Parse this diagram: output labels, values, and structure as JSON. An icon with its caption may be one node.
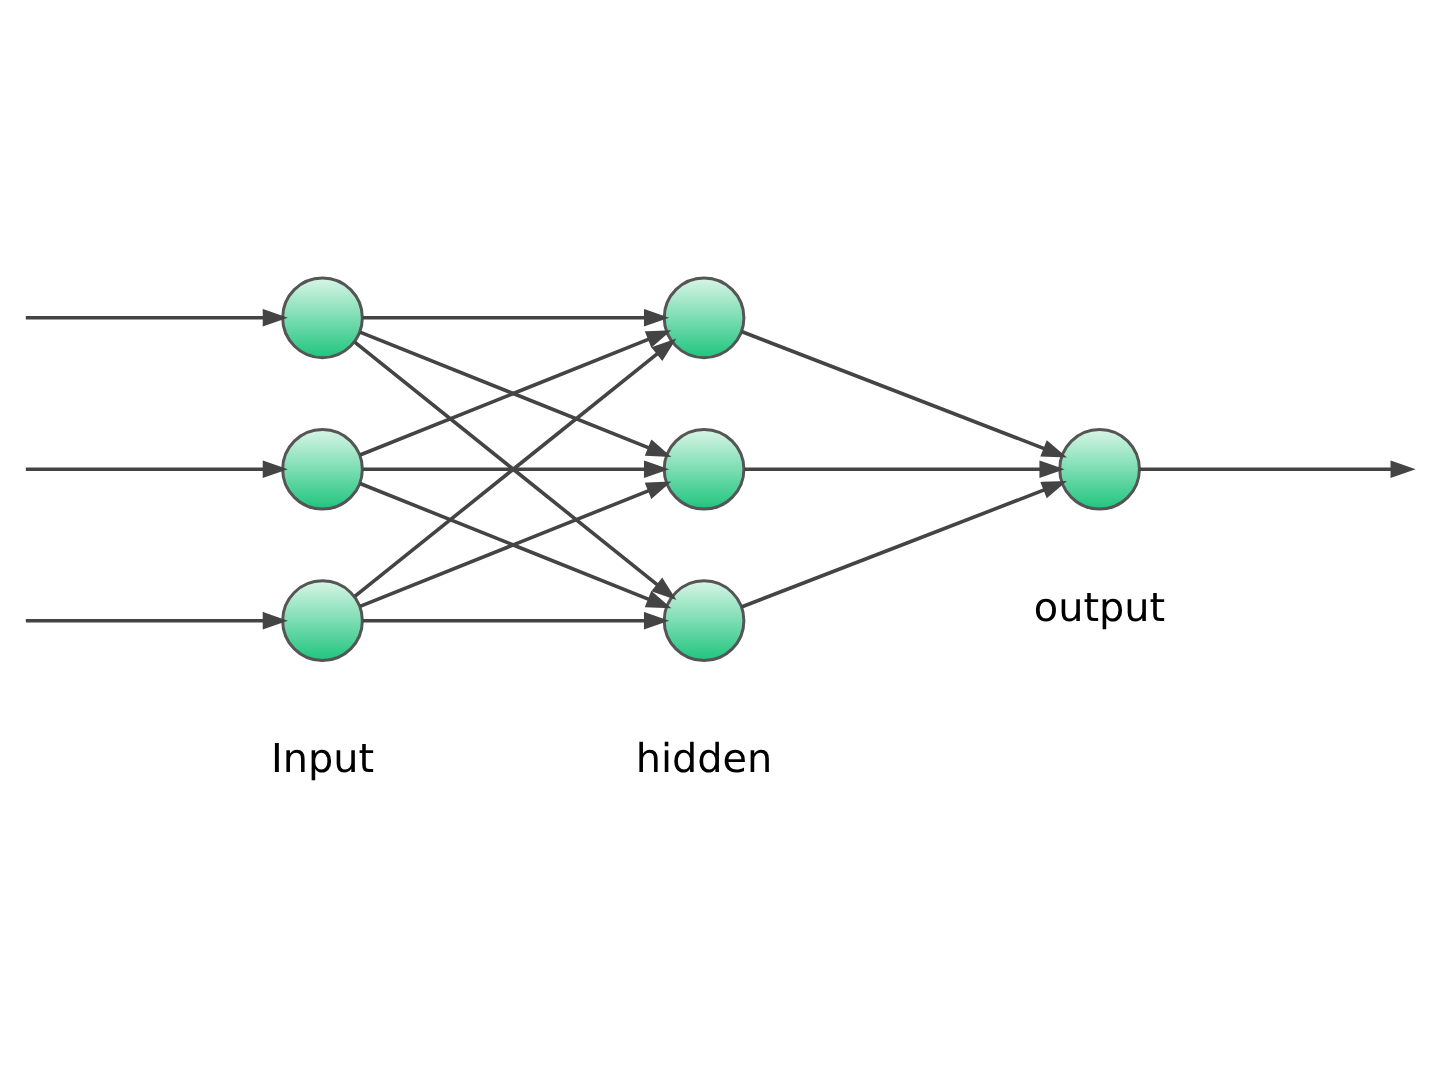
{
  "diagram": {
    "nodes": [
      {
        "text": [],
        "shape": "circle"
      },
      {
        "text": [],
        "shape": "circle"
      },
      {
        "text": [],
        "shape": "circle"
      },
      {
        "text": [],
        "shape": "circle"
      },
      {
        "text": [],
        "shape": "circle"
      },
      {
        "text": [],
        "shape": "circle"
      },
      {
        "text": [],
        "shape": "circle"
      }
    ],
    "edges": [
      {
        "from": null,
        "to": 0,
        "arrow": "to"
      },
      {
        "from": null,
        "to": 1,
        "arrow": "to"
      },
      {
        "from": null,
        "to": 2,
        "arrow": "to"
      },
      {
        "from": 0,
        "to": 3,
        "arrow": "to"
      },
      {
        "from": 0,
        "to": 4,
        "arrow": "to"
      },
      {
        "from": 0,
        "to": 5,
        "arrow": "to"
      },
      {
        "from": 1,
        "to": 3,
        "arrow": "to"
      },
      {
        "from": 1,
        "to": 4,
        "arrow": "to"
      },
      {
        "from": 1,
        "to": 5,
        "arrow": "to"
      },
      {
        "from": 2,
        "to": 3,
        "arrow": "to"
      },
      {
        "from": 2,
        "to": 4,
        "arrow": "to"
      },
      {
        "from": 2,
        "to": 5,
        "arrow": "to"
      },
      {
        "from": 3,
        "to": 6,
        "arrow": "to"
      },
      {
        "from": 4,
        "to": 6,
        "arrow": "to"
      },
      {
        "from": 5,
        "to": 6,
        "arrow": "to"
      },
      {
        "from": 6,
        "to": null,
        "arrow": "to"
      }
    ],
    "labels": [
      "Input",
      "hidden",
      "output"
    ]
  }
}
